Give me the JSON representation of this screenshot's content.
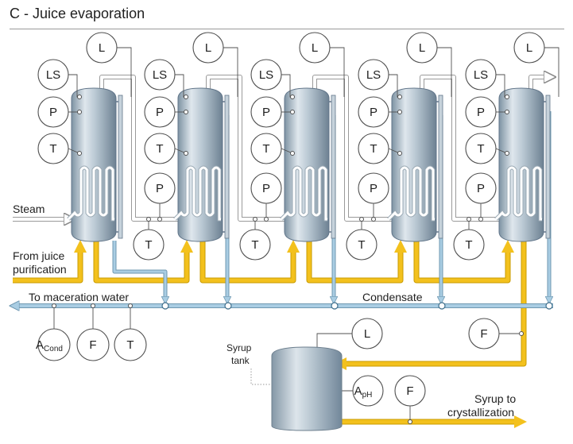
{
  "title": "C - Juice evaporation",
  "labels": {
    "steam": "Steam",
    "juice_line1": "From juice",
    "juice_line2": "purification",
    "maceration": "To maceration water",
    "condensate": "Condensate",
    "syrup_tank_line1": "Syrup",
    "syrup_tank_line2": "tank",
    "syrup_out_line1": "Syrup to",
    "syrup_out_line2": "crystallization"
  },
  "instrument_codes": {
    "level": "L",
    "level_switch": "LS",
    "pressure": "P",
    "temperature": "T",
    "flow": "F",
    "analysis": "A",
    "conductivity_sub": "Cond",
    "ph_sub": "pH"
  },
  "colors": {
    "juice": "#f3c11d",
    "condensate": "#a9cde3",
    "vessel": "#9fb1bf",
    "line": "#505050"
  }
}
